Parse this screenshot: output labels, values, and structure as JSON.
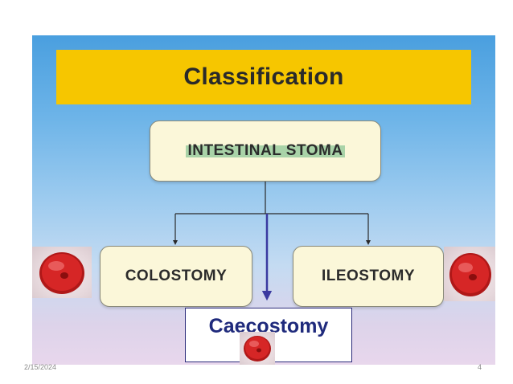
{
  "title": "Classification",
  "nodes": {
    "root": "INTESTINAL STOMA",
    "left": "COLOSTOMY",
    "right": "ILEOSTOMY",
    "bottom": "Caecostomy"
  },
  "footer": {
    "date": "2/15/2024",
    "page": "4"
  },
  "colors": {
    "title_bar": "#f6c600",
    "box_fill": "#fbf7d9",
    "root_highlight": "#a9d3a8",
    "arrow": "#3a3aa0",
    "caecostomy_text": "#1f2a7c"
  }
}
